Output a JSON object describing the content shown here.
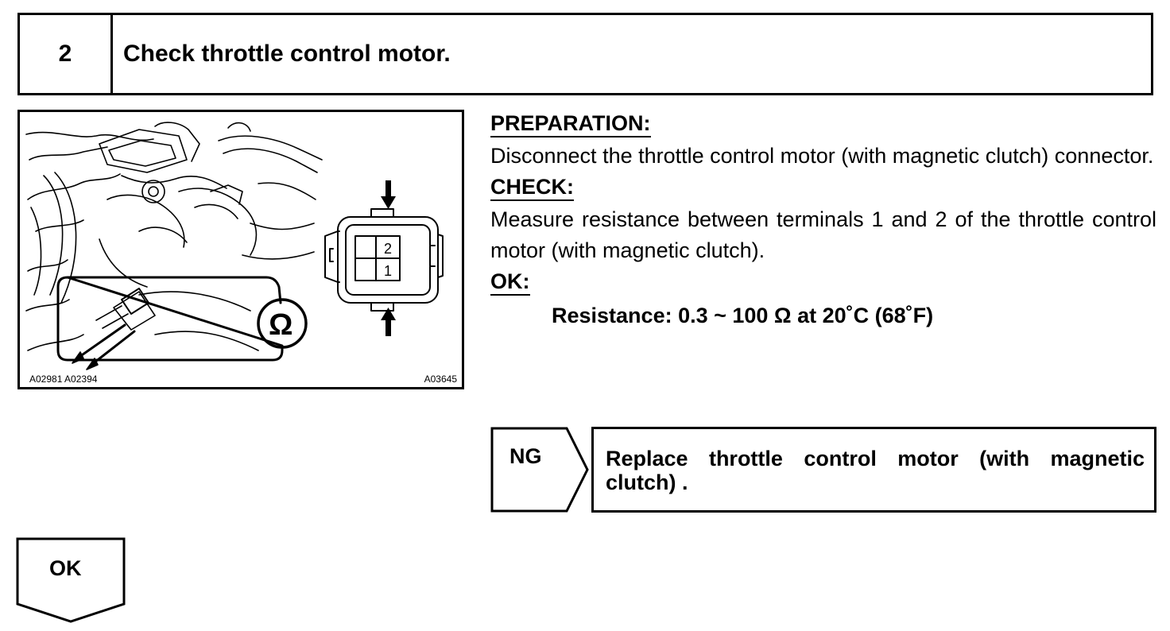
{
  "header": {
    "step_number": "2",
    "title": "Check throttle control motor."
  },
  "figure": {
    "code_left": "A02981 A02394",
    "code_right": "A03645",
    "terminal_top": "2",
    "terminal_bottom": "1",
    "ohm_symbol": "Ω"
  },
  "procedure": {
    "preparation_label": "PREPARATION:",
    "preparation_text": "Disconnect the throttle control motor (with magnetic clutch) connector.",
    "check_label": "CHECK:",
    "check_text": "Measure resistance between terminals 1 and 2 of the throttle control motor (with magnetic clutch).",
    "ok_label": "OK:",
    "ok_spec": "Resistance: 0.3 ~ 100 Ω at 20˚C (68˚F)"
  },
  "result_ng": {
    "label": "NG",
    "action": "Replace throttle control motor (with magnetic clutch) ."
  },
  "result_ok": {
    "label": "OK"
  }
}
